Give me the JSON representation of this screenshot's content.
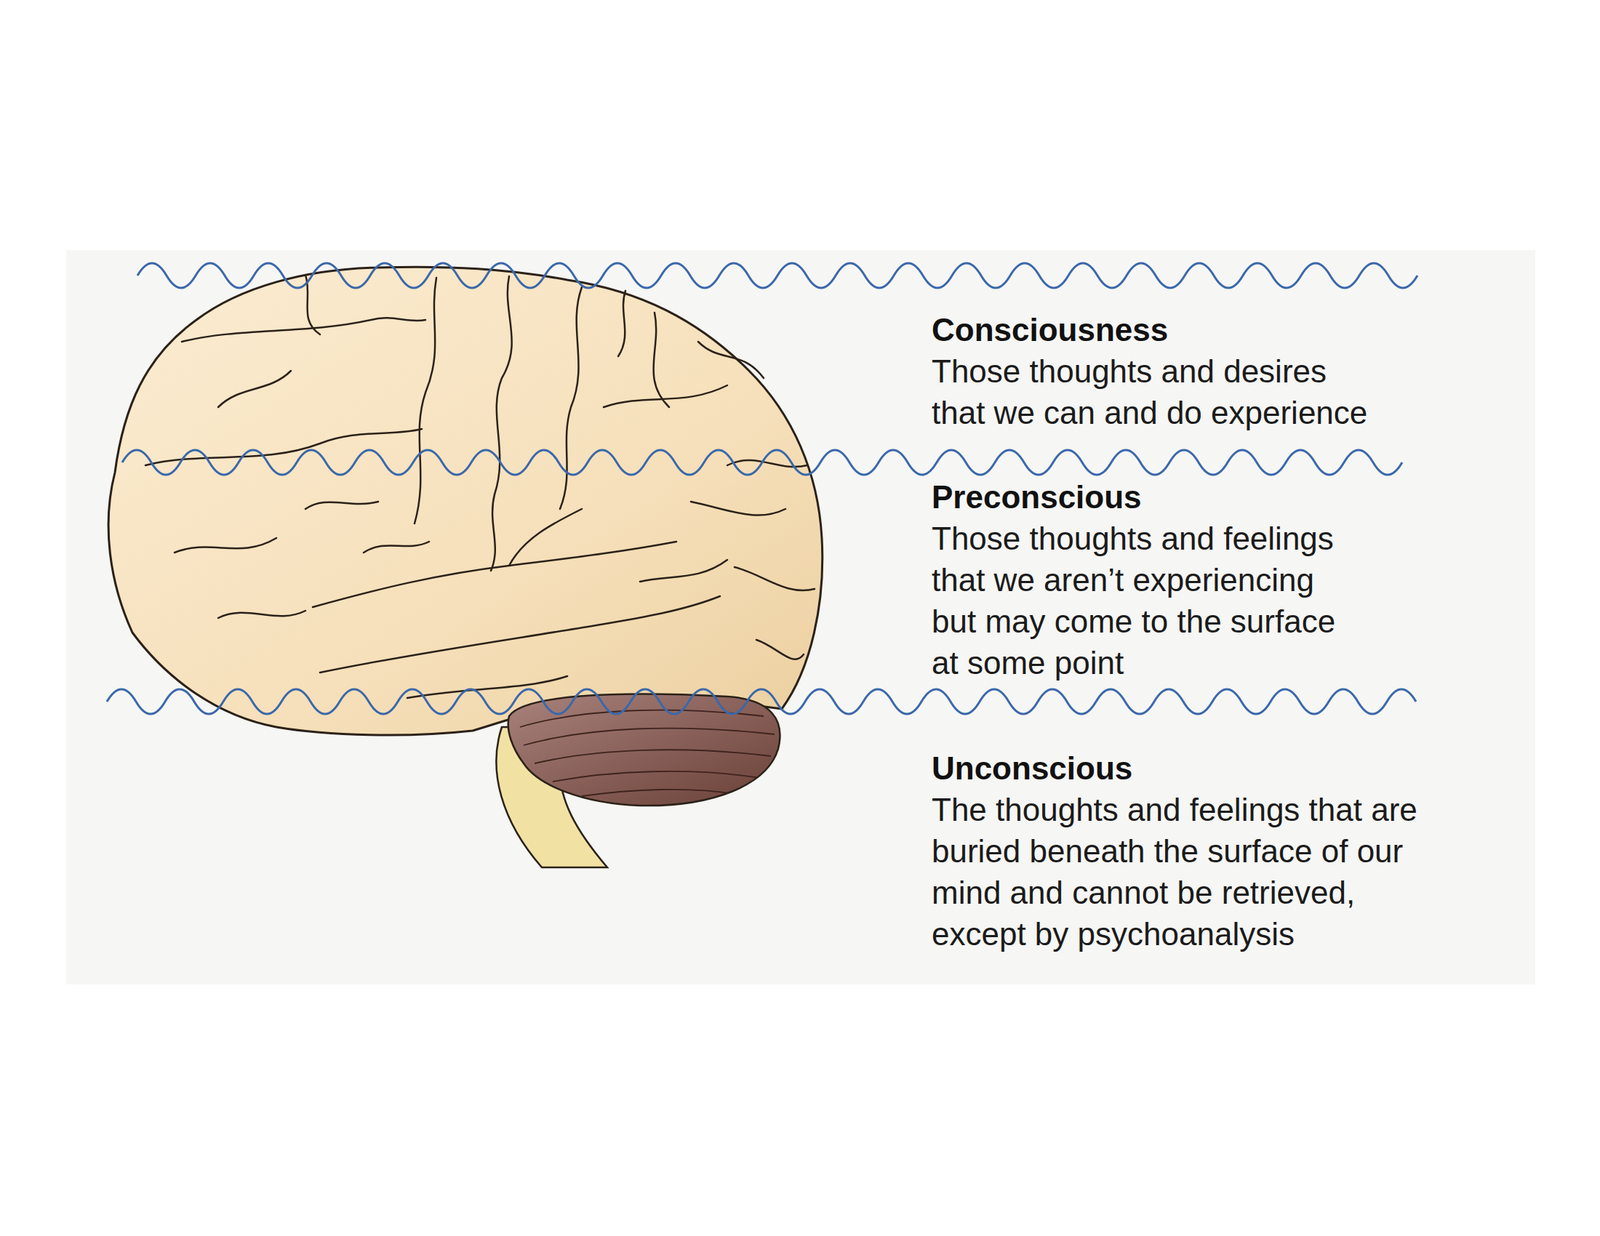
{
  "diagram": {
    "nodes": [
      {
        "text": [
          "Consciousness",
          "Those thoughts and desires that we can and do experience"
        ]
      },
      {
        "text": [
          "Preconscious",
          "Those thoughts and feelings that we aren’t experiencing but may come to the surface at some point"
        ]
      },
      {
        "text": [
          "Unconscious",
          "The thoughts and feelings that are buried beneath the surface of our mind and cannot be retrieved, except by psychoanalysis"
        ]
      }
    ]
  }
}
